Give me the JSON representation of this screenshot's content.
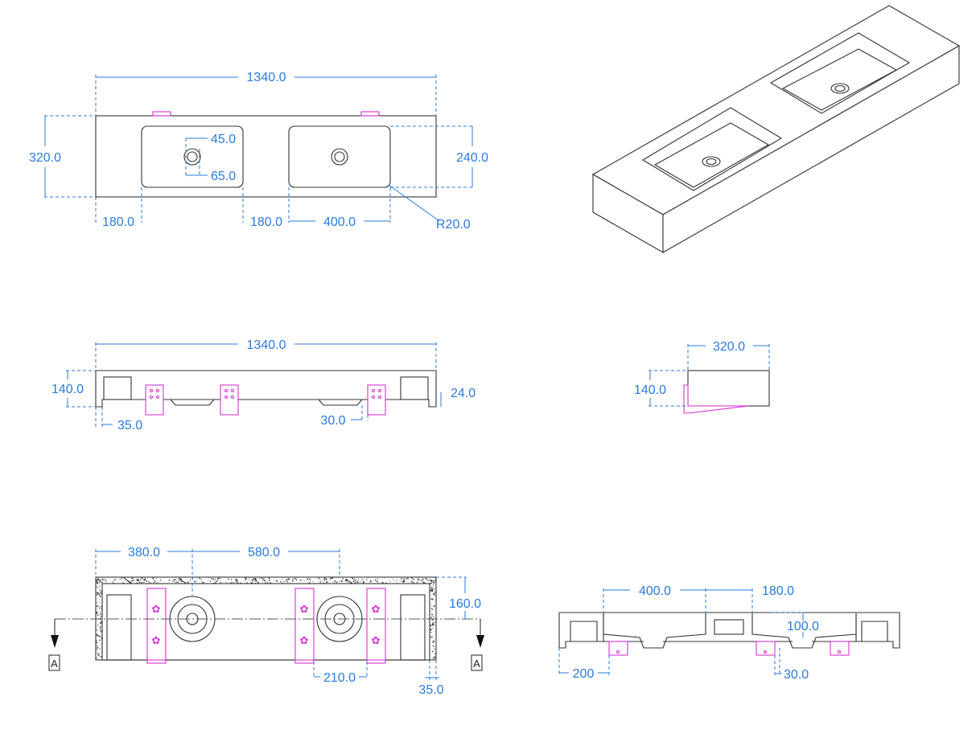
{
  "colors": {
    "dimension": "#2a7be0",
    "object_line": "#333333",
    "bracket": "#d633d6"
  },
  "top_view": {
    "overall_width": "1340.0",
    "depth": "320.0",
    "basin_depth": "240.0",
    "hole_offset_y": "45.0",
    "hole_offset_x": "65.0",
    "edge_offset_left": "180.0",
    "edge_offset_mid": "180.0",
    "basin_width": "400.0",
    "corner_radius": "R20.0"
  },
  "front_view": {
    "overall_width": "1340.0",
    "height": "140.0",
    "lip": "24.0",
    "leg_width": "35.0",
    "bracket_gap": "30.0"
  },
  "side_view": {
    "depth": "320.0",
    "height": "140.0"
  },
  "bottom_view": {
    "drain_offset": "380.0",
    "drain_spacing": "580.0",
    "depth": "160.0",
    "bracket_spacing": "210.0",
    "leg_width": "35.0",
    "section_label_left": "A",
    "section_label_right": "A"
  },
  "section_view": {
    "basin_width": "400.0",
    "edge_offset": "180.0",
    "inner_depth": "100.0",
    "left_offset": "200",
    "bracket_gap": "30.0"
  }
}
